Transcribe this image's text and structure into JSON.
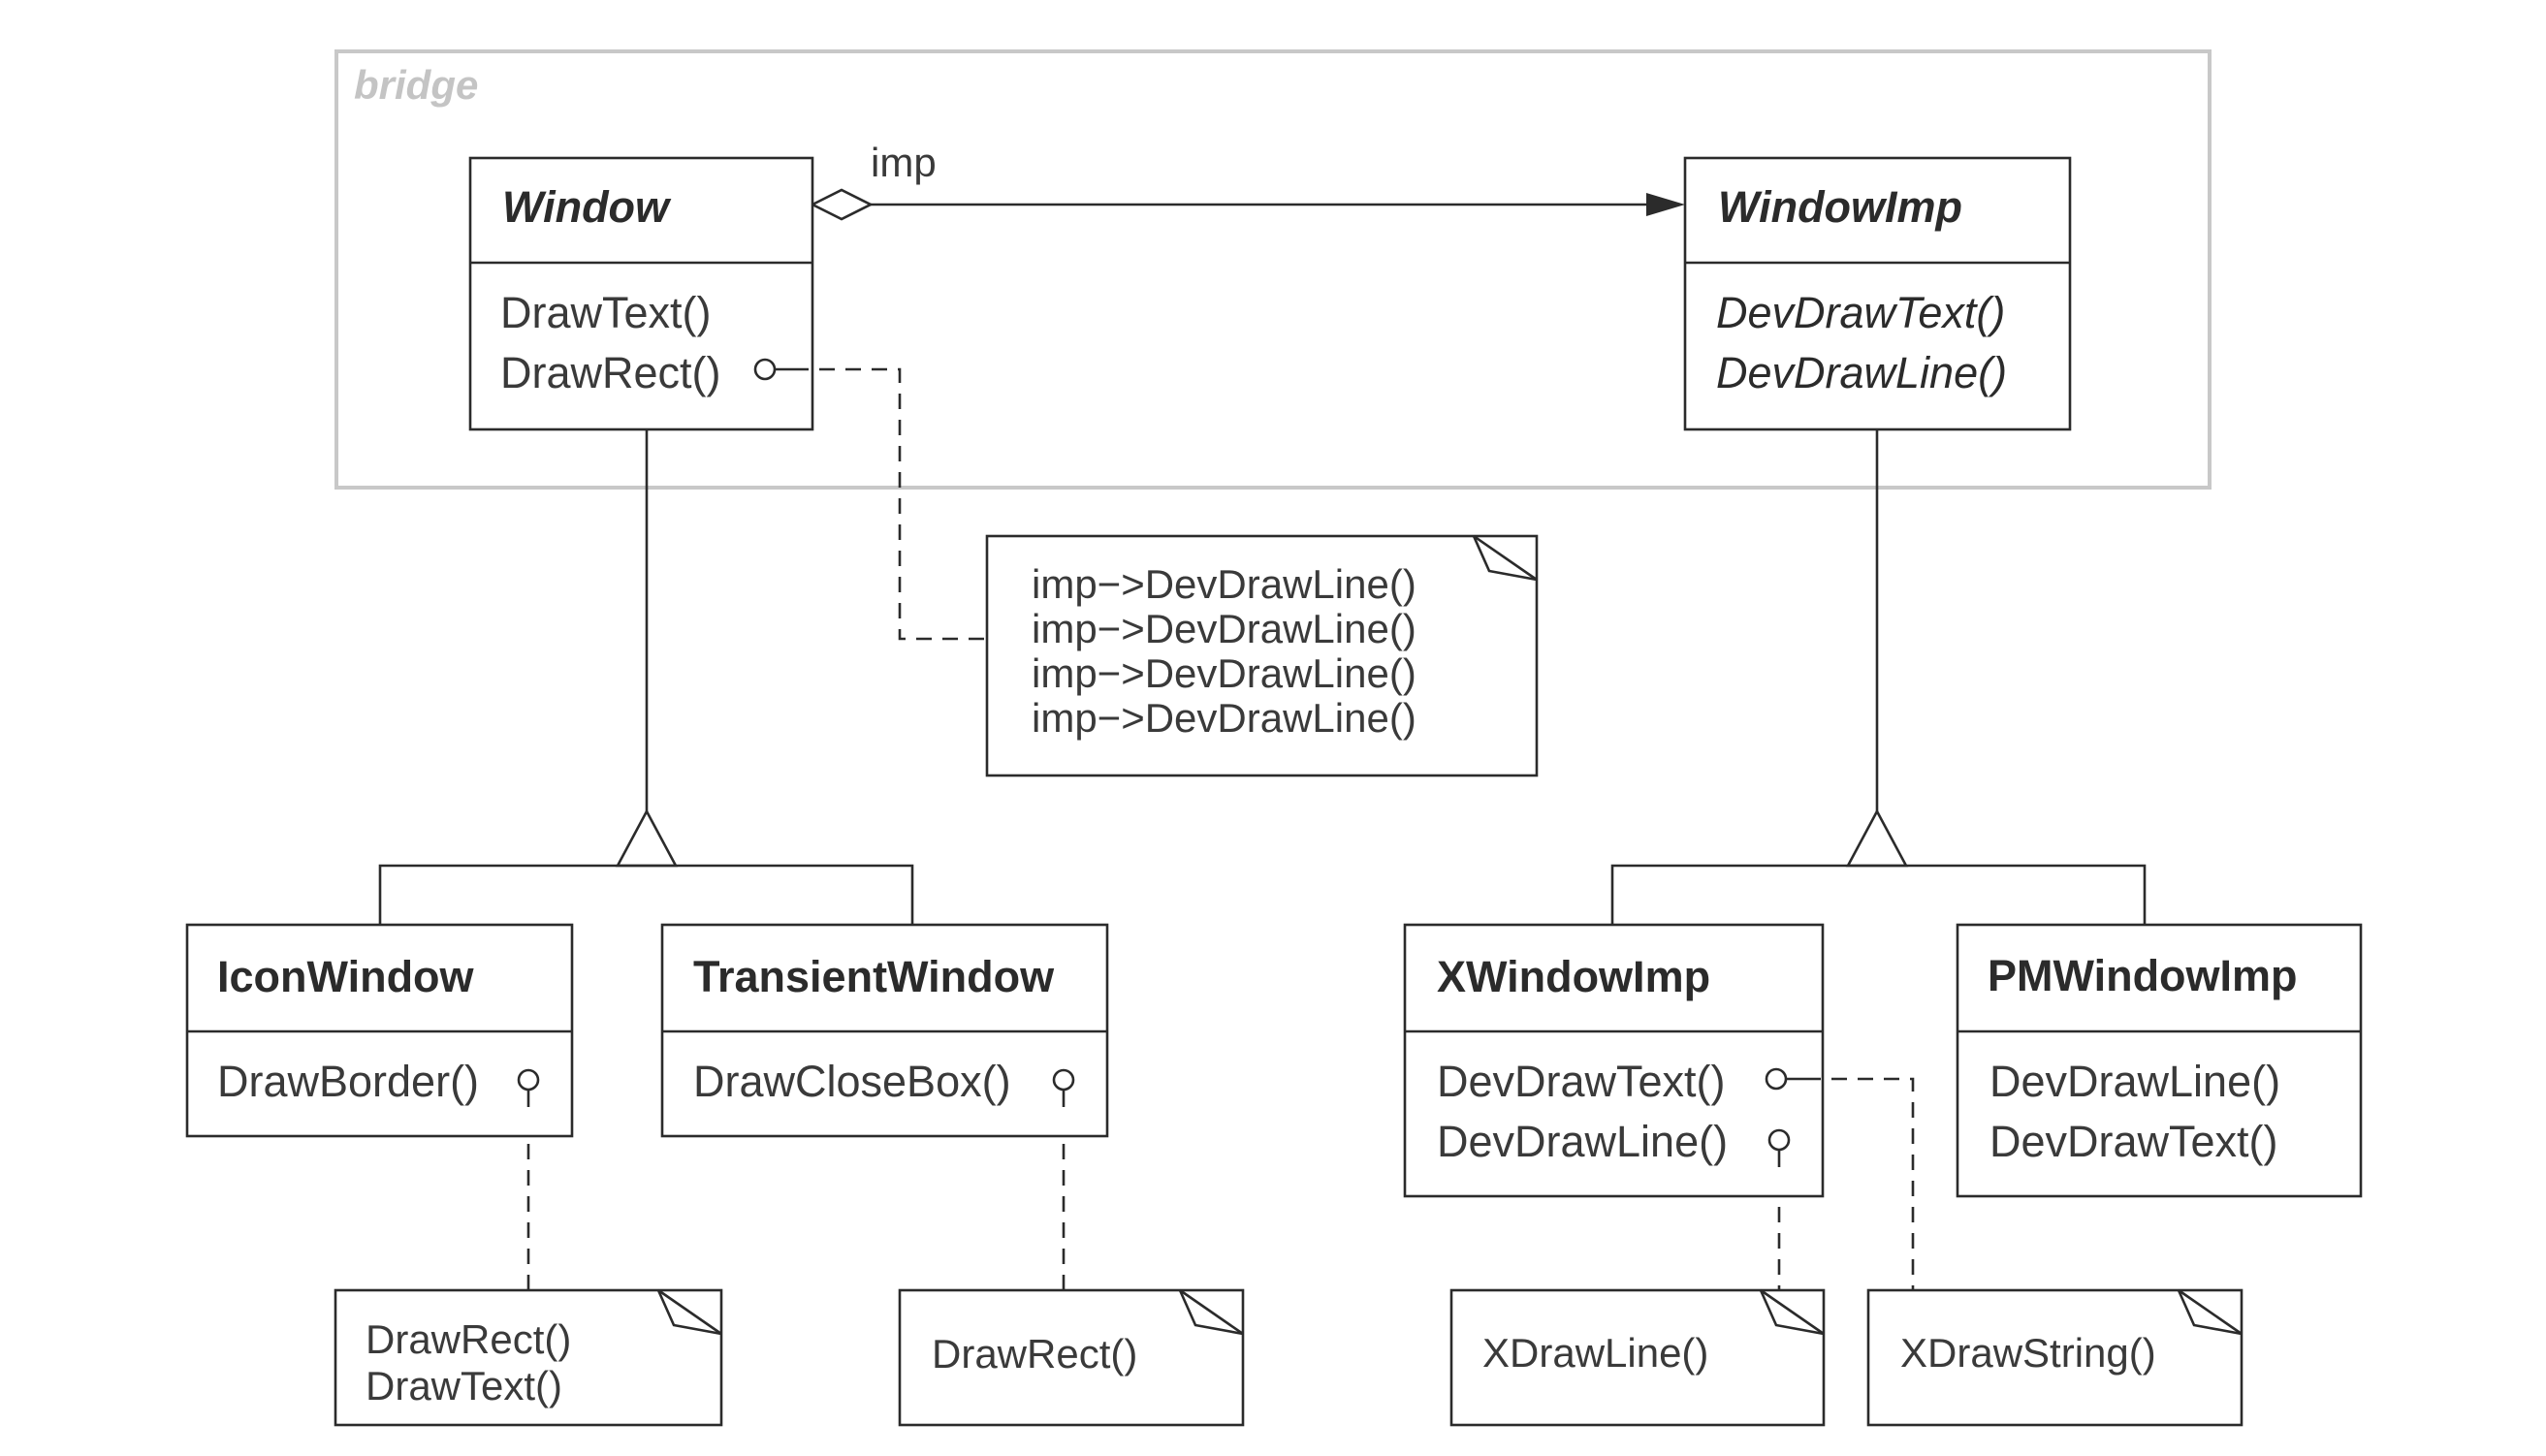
{
  "frame": {
    "label": "bridge"
  },
  "association": {
    "role": "imp"
  },
  "classes": {
    "window": {
      "name": "Window",
      "operations": [
        "DrawText()",
        "DrawRect()"
      ]
    },
    "window_imp": {
      "name": "WindowImp",
      "operations": [
        "DevDrawText()",
        "DevDrawLine()"
      ]
    },
    "icon_window": {
      "name": "IconWindow",
      "operations": [
        "DrawBorder()"
      ]
    },
    "transient_window": {
      "name": "TransientWindow",
      "operations": [
        "DrawCloseBox()"
      ]
    },
    "x_window_imp": {
      "name": "XWindowImp",
      "operations": [
        "DevDrawText()",
        "DevDrawLine()"
      ]
    },
    "pm_window_imp": {
      "name": "PMWindowImp",
      "operations": [
        "DevDrawLine()",
        "DevDrawText()"
      ]
    }
  },
  "notes": {
    "draw_rect_impl": {
      "lines": [
        "imp−>DevDrawLine()",
        "imp−>DevDrawLine()",
        "imp−>DevDrawLine()",
        "imp−>DevDrawLine()"
      ]
    },
    "draw_border_impl": {
      "lines": [
        "DrawRect()",
        "DrawText()"
      ]
    },
    "draw_close_box_impl": {
      "lines": [
        "DrawRect()"
      ]
    },
    "x_draw_line_impl": {
      "lines": [
        "XDrawLine()"
      ]
    },
    "x_draw_string_impl": {
      "lines": [
        "XDrawString()"
      ]
    }
  }
}
